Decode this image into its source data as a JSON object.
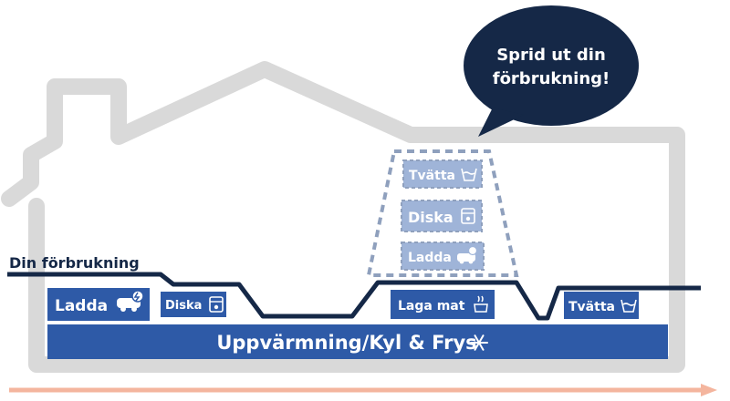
{
  "bubble": {
    "text_line1": "Sprid ut din",
    "text_line2": "förbrukning!"
  },
  "curve_label": "Din förbrukning",
  "base_load": {
    "label": "Uppvärmning/Kyl & Frys",
    "icon": "snowflake-icon"
  },
  "peak_stack": [
    {
      "label": "Tvätta",
      "icon": "washing-basin-icon"
    },
    {
      "label": "Diska",
      "icon": "dishwasher-icon"
    },
    {
      "label": "Ladda",
      "icon": "ev-charging-icon"
    }
  ],
  "spread_blocks": [
    {
      "label": "Ladda",
      "icon": "ev-charging-icon"
    },
    {
      "label": "Diska",
      "icon": "dishwasher-icon"
    },
    {
      "label": "Laga mat",
      "icon": "cooking-pot-icon"
    },
    {
      "label": "Tvätta",
      "icon": "washing-basin-icon"
    }
  ],
  "colors": {
    "navy": "#152847",
    "blue": "#2e5aa7",
    "light_blue": "#9fb4d8",
    "dash": "#8fa0bd",
    "house": "#d9d9d9",
    "arrow": "#f4b59e",
    "text_white": "#ffffff"
  }
}
